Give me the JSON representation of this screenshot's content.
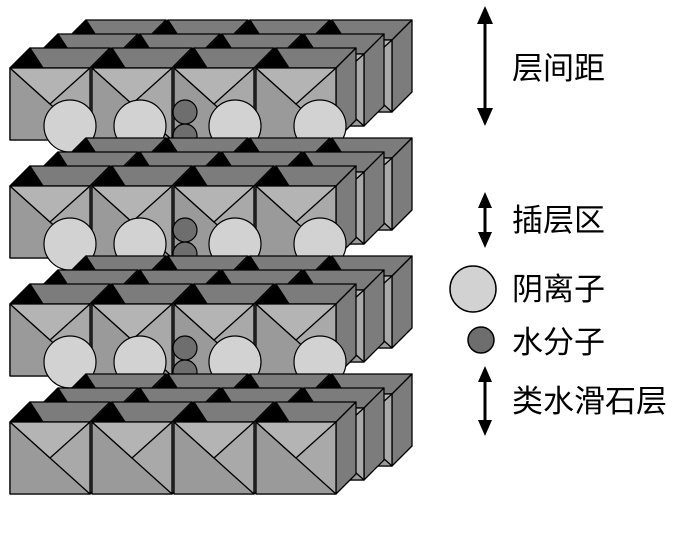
{
  "labels": {
    "interlayer_spacing": "层间距",
    "interlayer_region": "插层区",
    "anion": "阴离子",
    "water_molecule": "水分子",
    "brucite_layer": "类水滑石层"
  },
  "colors": {
    "octa_top": "#9a9a9a",
    "octa_front": "#a9a9a9",
    "octa_side": "#7c7c7c",
    "octa_edge": "#000000",
    "anion_fill": "#d2d2d2",
    "water_fill": "#6e6e6e"
  },
  "structure": {
    "layer_count": 4,
    "rows_per_layer": 3,
    "octahedra_per_row": 4
  }
}
